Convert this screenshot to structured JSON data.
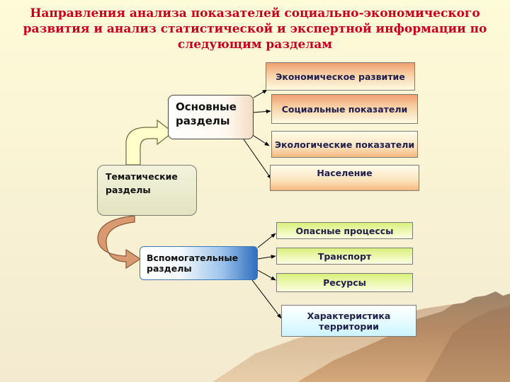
{
  "title": "Направления анализа показателей социально-экономического развития и   анализ  статистической  и экспертной информации по следующим разделам",
  "nodes": {
    "thematic": "Тематические разделы",
    "main": "Основные разделы",
    "aux": "Вспомогательные разделы"
  },
  "main_items": [
    "Экономическое развитие",
    "Социальные показатели",
    "Экологические показатели",
    "Население"
  ],
  "aux_items": [
    "Опасные процессы",
    "Транспорт",
    "Ресурсы",
    "Характеристика территории"
  ],
  "colors": {
    "title": "#c8001e",
    "thematic_to_main_arrow": "#ffffcc",
    "thematic_to_aux_arrow": "#d99a72",
    "connector": "#000000"
  }
}
